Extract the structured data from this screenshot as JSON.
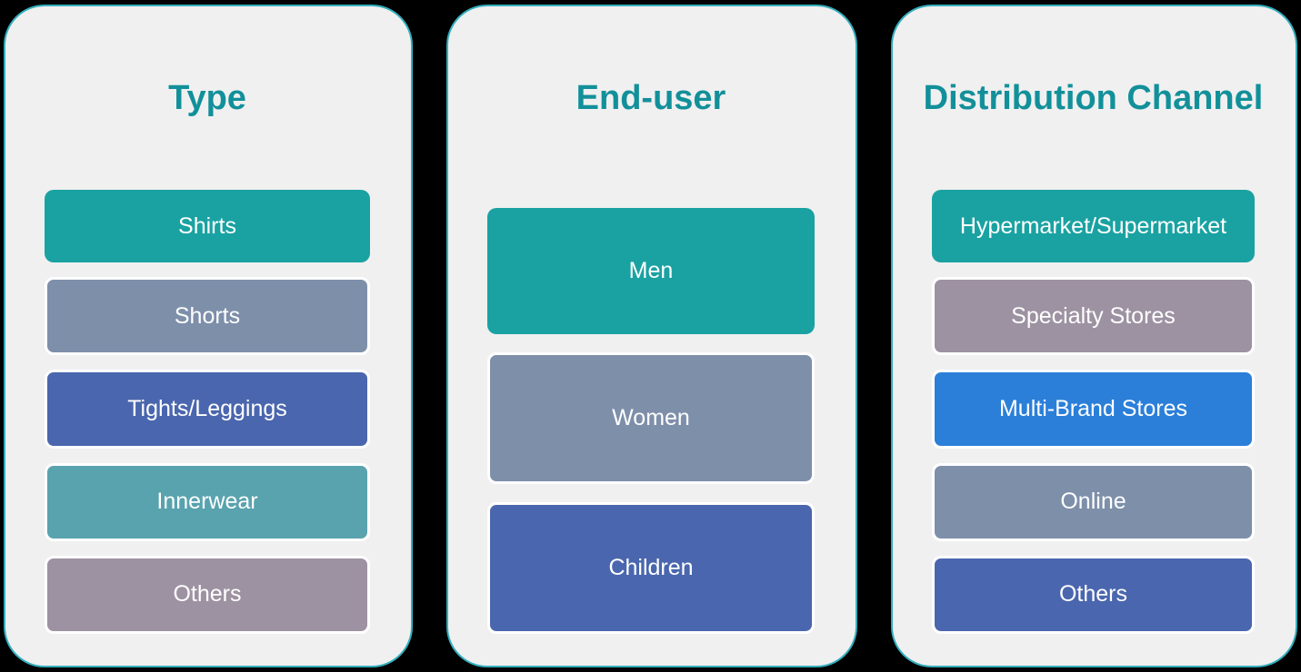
{
  "colors": {
    "page_background": "#000000",
    "panel_background": "#F0F0F0",
    "panel_border": "#34AEBD",
    "title_text": "#12909A",
    "box_text": "#FFFFFF",
    "box_border": "#FFFFFF",
    "teal": "#1AA2A2",
    "slate_blue": "#7E8FAA",
    "medium_blue": "#4A66AE",
    "light_teal": "#58A3AE",
    "mauve": "#9D92A2",
    "bright_blue": "#2B7FD9"
  },
  "columns": [
    {
      "title": "Type",
      "items": [
        {
          "label": "Shirts",
          "color": "#1AA2A2"
        },
        {
          "label": "Shorts",
          "color": "#7E8FAA"
        },
        {
          "label": "Tights/Leggings",
          "color": "#4A66AE"
        },
        {
          "label": "Innerwear",
          "color": "#58A3AE"
        },
        {
          "label": "Others",
          "color": "#9D92A2"
        }
      ]
    },
    {
      "title": "End-user",
      "items": [
        {
          "label": "Men",
          "color": "#1AA2A2"
        },
        {
          "label": "Women",
          "color": "#7E8FAA"
        },
        {
          "label": "Children",
          "color": "#4A66AE"
        }
      ]
    },
    {
      "title": "Distribution Channel",
      "items": [
        {
          "label": "Hypermarket/Supermarket",
          "color": "#1AA2A2"
        },
        {
          "label": "Specialty Stores",
          "color": "#9D92A2"
        },
        {
          "label": "Multi-Brand Stores",
          "color": "#2B7FD9"
        },
        {
          "label": "Online",
          "color": "#7E8FAA"
        },
        {
          "label": "Others",
          "color": "#4A66AE"
        }
      ]
    }
  ]
}
